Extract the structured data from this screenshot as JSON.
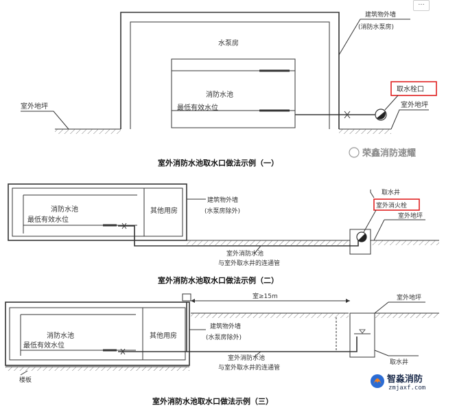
{
  "menu": {
    "more_label": "..."
  },
  "diagram1": {
    "pump_room": "水泵房",
    "wall_label_1": "建筑物外墙",
    "wall_label_2": "(消防水泵房)",
    "pool_label": "消防水池",
    "low_level": "最低有效水位",
    "intake_label": "取水栓口",
    "ground_right": "室外地坪",
    "ground_left": "室外地坪",
    "caption": "室外消防水池取水口做法示例（一）"
  },
  "diagram2": {
    "pool_label": "消防水池",
    "low_level": "最低有效水位",
    "other_room": "其他用房",
    "wall_label_1": "建筑物外墙",
    "wall_label_2": "(水泵房除外)",
    "well_label": "取水井",
    "hydrant_label": "室外消火栓",
    "ground_right": "室外地坪",
    "pipe_label_1": "室外消防水池",
    "pipe_label_2": "与室外取水井的连通管",
    "caption": "室外消防水池取水口做法示例（二）"
  },
  "diagram3": {
    "distance": "室≥15m",
    "ground_right": "室外地坪",
    "pool_label": "消防水池",
    "low_level": "最低有效水位",
    "other_room": "其他用房",
    "wall_label_1": "建筑物外墙",
    "wall_label_2": "(水泵房除外)",
    "pipe_label_1": "室外消防水池",
    "pipe_label_2": "与室外取水井的连通管",
    "floor_label": "楼板",
    "well_label": "取水井",
    "caption": "室外消防水池取水口做法示例（三）"
  },
  "watermark": {
    "text": "荣鑫消防速耀"
  },
  "logo": {
    "name": "智淼消防",
    "url": "zmjaxf.com"
  }
}
